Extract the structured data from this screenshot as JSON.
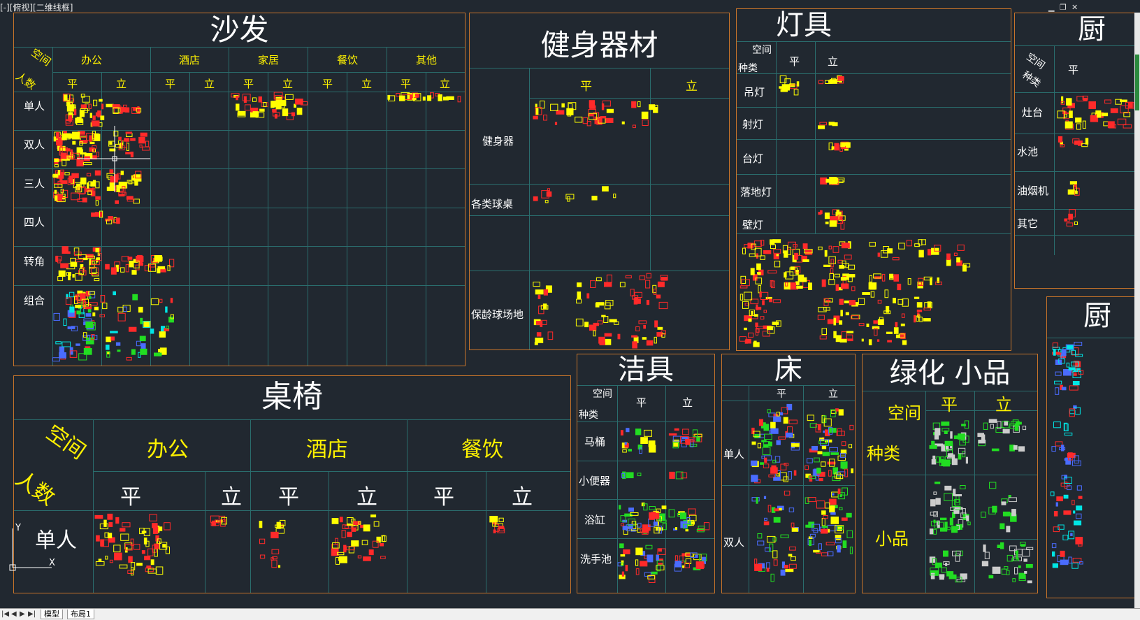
{
  "viewport": {
    "label": "[-][俯视][二维线框]"
  },
  "window_controls": {
    "minimize": "▁",
    "restore": "❐",
    "close": "✕"
  },
  "sofa": {
    "title": "沙发",
    "corner_top": "空间",
    "corner_bottom": "人数",
    "spaces": [
      "办公",
      "酒店",
      "家居",
      "餐饮",
      "其他"
    ],
    "plan": "平",
    "elev": "立",
    "rows": [
      "单人",
      "双人",
      "三人",
      "四人",
      "转角",
      "组合"
    ]
  },
  "fitness": {
    "title": "健身器材",
    "plan": "平",
    "elev": "立",
    "rows": [
      "健身器",
      "各类球桌",
      "保龄球场地"
    ]
  },
  "lamps": {
    "title": "灯具",
    "corner_top": "空间",
    "corner_bottom": "种类",
    "plan": "平",
    "elev": "立",
    "rows": [
      "吊灯",
      "射灯",
      "台灯",
      "落地灯",
      "壁灯"
    ]
  },
  "kitchen": {
    "title": "厨",
    "corner_top": "空间",
    "corner_bottom": "种类",
    "plan": "平",
    "rows": [
      "灶台",
      "水池",
      "油烟机",
      "其它"
    ]
  },
  "kitchen2": {
    "title": "厨"
  },
  "tables": {
    "title": "桌椅",
    "corner_top": "空间",
    "corner_bottom": "人数",
    "spaces": [
      "办公",
      "酒店",
      "餐饮"
    ],
    "plan": "平",
    "elev": "立",
    "rows": [
      "单人"
    ]
  },
  "sanitary": {
    "title": "洁具",
    "corner_top": "空间",
    "corner_bottom": "种类",
    "plan": "平",
    "elev": "立",
    "rows": [
      "马桶",
      "小便器",
      "浴缸",
      "洗手池"
    ]
  },
  "bed": {
    "title": "床",
    "plan": "平",
    "elev": "立",
    "rows": [
      "单人",
      "双人"
    ]
  },
  "greenery": {
    "title": "绿化 小品",
    "corner_top": "空间",
    "corner_bottom": "种类",
    "plan": "平",
    "elev": "立",
    "rows": [
      "小品"
    ]
  },
  "ucs": {
    "y_label": "Y",
    "x_label": "X"
  },
  "tabs": {
    "model": "模型",
    "layout1": "布局1"
  },
  "colors": {
    "background": "#212830",
    "frame": "#c8742a",
    "grid": "#2a6d6d",
    "header_text": "#fff200",
    "block_red": "#ff2a2a",
    "block_yellow": "#ffff00",
    "block_green": "#22dd22",
    "block_blue": "#4a6cff",
    "block_cyan": "#00e5e5"
  }
}
